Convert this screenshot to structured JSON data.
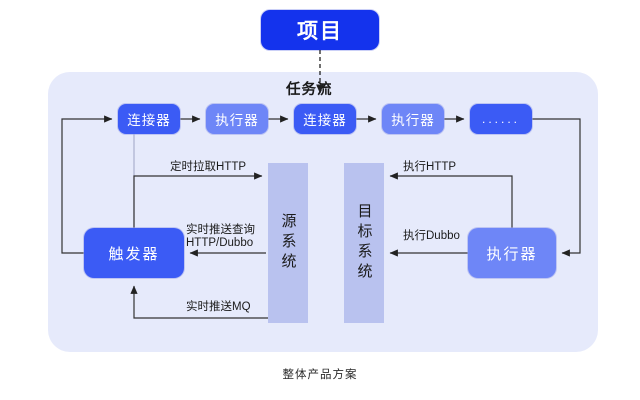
{
  "diagram": {
    "caption": "整体产品方案",
    "top_node": {
      "label": "项目"
    },
    "panel": {
      "title": "任务流",
      "flow_nodes": [
        {
          "label": "连接器",
          "kind": "connector"
        },
        {
          "label": "执行器",
          "kind": "executor"
        },
        {
          "label": "连接器",
          "kind": "connector"
        },
        {
          "label": "执行器",
          "kind": "executor"
        },
        {
          "label": "......",
          "kind": "more"
        }
      ],
      "trigger": {
        "label": "触发器"
      },
      "executor_right": {
        "label": "执行器"
      },
      "systems": [
        {
          "label": "源系统"
        },
        {
          "label": "目标系统"
        }
      ],
      "edge_labels": {
        "scheduled_pull": "定时拉取HTTP",
        "realtime_push_query_line1": "实时推送查询",
        "realtime_push_query_line2": "HTTP/Dubbo",
        "realtime_push_mq": "实时推送MQ",
        "exec_http": "执行HTTP",
        "exec_dubbo": "执行Dubbo"
      }
    },
    "colors": {
      "project_blue": "#1433ed",
      "connector_blue": "#3b5bf5",
      "executor_blue": "#6e86f7",
      "panel_bg": "#e6eafb",
      "system_col": "#b9c2ef",
      "wire": "#333333",
      "wire_light": "#a9b0cf"
    }
  }
}
